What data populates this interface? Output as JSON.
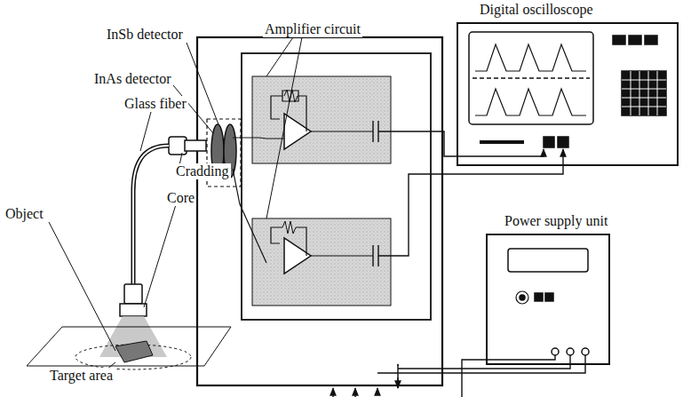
{
  "diagram": {
    "nodes": [
      {
        "text": [
          "Digital oscilloscope"
        ]
      },
      {
        "text": [
          "Power supply unit"
        ]
      }
    ],
    "labels": [
      "Amplifier circuit",
      "InSb detector",
      "InAs detector",
      "Glass fiber",
      "Cradding",
      "Core",
      "Object",
      "Target area"
    ]
  }
}
